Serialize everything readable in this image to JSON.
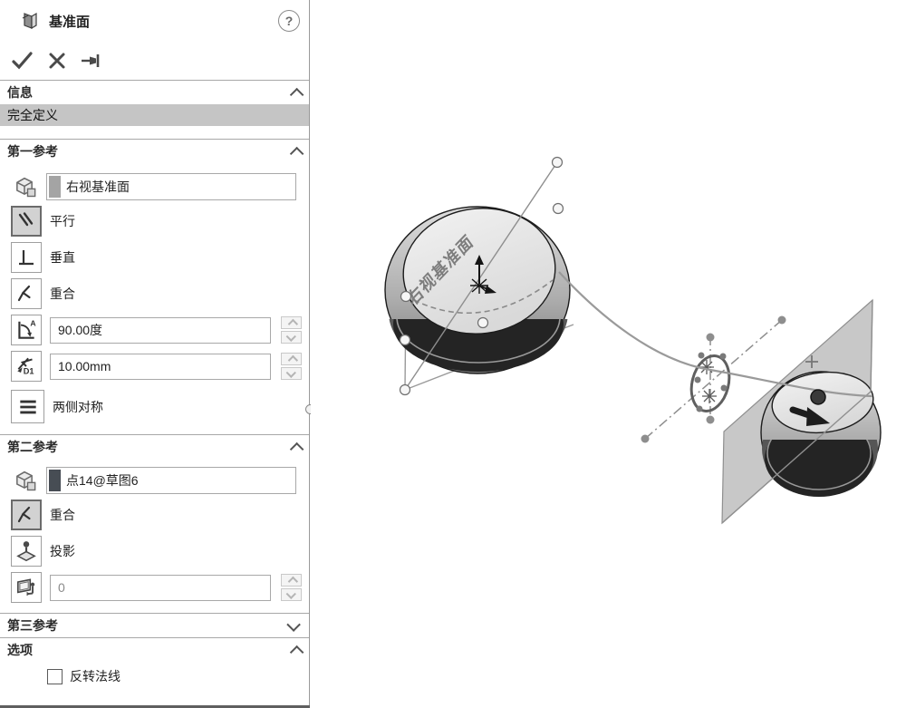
{
  "panel": {
    "title": "基准面",
    "icons": {
      "feature": "datum-plane-icon",
      "help_glyph": "?",
      "ok": "check-mark",
      "cancel": "x-mark",
      "pin": "pushpin"
    },
    "info": {
      "label": "信息",
      "status": "完全定义"
    },
    "first_reference": {
      "label": "第一参考",
      "selection_value": "右视基准面",
      "constraints": [
        {
          "id": "parallel",
          "label": "平行",
          "selected": true
        },
        {
          "id": "perpendicular",
          "label": "垂直",
          "selected": false
        },
        {
          "id": "coincident",
          "label": "重合",
          "selected": false
        }
      ],
      "angle_value": "90.00度",
      "distance_value": "10.00mm",
      "midplane_label": "两侧对称"
    },
    "second_reference": {
      "label": "第二参考",
      "selection_value": "点14@草图6",
      "coincident_label": "重合",
      "coincident_selected": true,
      "projection_label": "投影",
      "offset_value": "0"
    },
    "third_reference": {
      "label": "第三参考",
      "collapsed": true
    },
    "options": {
      "label": "选项",
      "flip_normal_label": "反转法线",
      "flip_normal_checked": false
    }
  },
  "viewport": {
    "plane_watermark": "右视基准面",
    "plus_marker": "+",
    "colors": {
      "datum_plane_fill": "#c8c8c8",
      "spline_stroke": "#9a9a9a",
      "construction_stroke": "#8e8e8e",
      "selection_dot": "#3a3a3a",
      "normal_arrow": "#1c1c1c"
    }
  }
}
